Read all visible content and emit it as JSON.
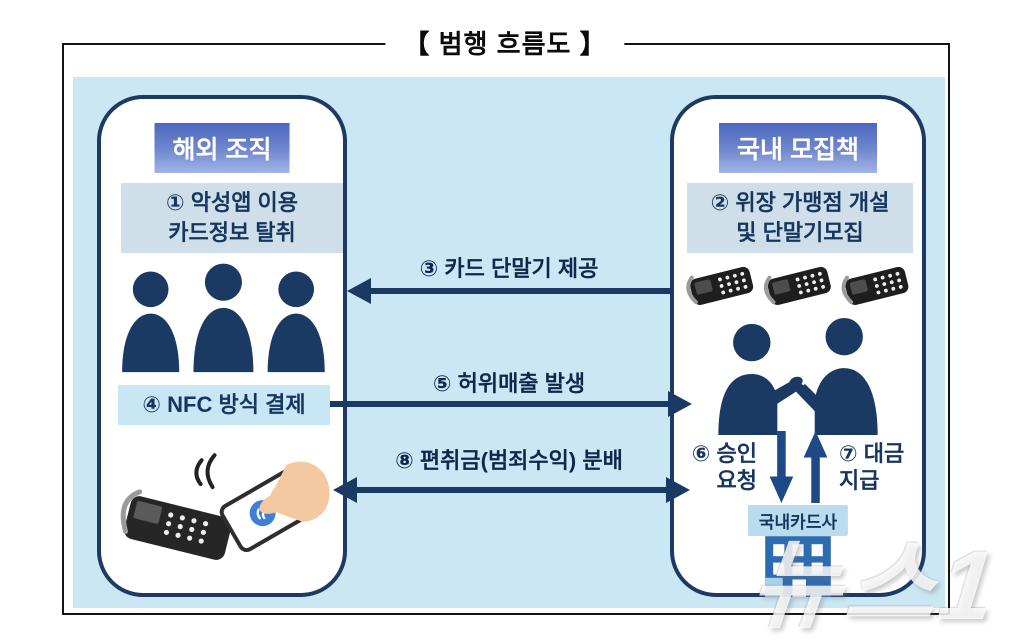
{
  "title": "【 범행 흐름도 】",
  "left_box": {
    "header": "해외 조직",
    "step1": {
      "line1": "① 악성앱 이용",
      "line2": "카드정보 탈취"
    },
    "step4": "④ NFC 방식 결제"
  },
  "right_box": {
    "header": "국내 모집책",
    "step2": {
      "line1": "② 위장 가맹점 개설",
      "line2": "및 단말기모집"
    },
    "step6": {
      "line1": "⑥ 승인",
      "line2": "요청"
    },
    "step7": {
      "line1": "⑦ 대금",
      "line2": "지급"
    },
    "card_company_label": "국내카드사"
  },
  "flows": {
    "step3": "③ 카드 단말기 제공",
    "step5": "⑤ 허위매출 발생",
    "step8": "⑧ 편취금(범죄수익) 분배"
  },
  "watermark": "뉴스1",
  "icons": {
    "left_people": "three-person-silhouettes-icon",
    "right_terminals": "pos-terminals-icon",
    "talking_people": "two-people-talking-icon",
    "nfc_payment": "nfc-payment-icon",
    "bank_arrows": "down-up-arrows-icon",
    "building": "card-company-building-icon"
  },
  "colors": {
    "panel_blue": "#cbe7f3",
    "box_border_navy": "#1c3a64",
    "badge_blue_top": "#4b67be",
    "badge_blue_bottom": "#a3b4e6",
    "label_bg_gray_blue": "#cfdfe9",
    "label_bg_light_blue": "#c9e6f4",
    "text_navy": "#16365f",
    "arrow_navy": "#1b3a63",
    "vertical_arrow_blue": "#1d4a86",
    "building_blue": "#2e6cb2",
    "card_label_bg": "#b9ddee"
  }
}
